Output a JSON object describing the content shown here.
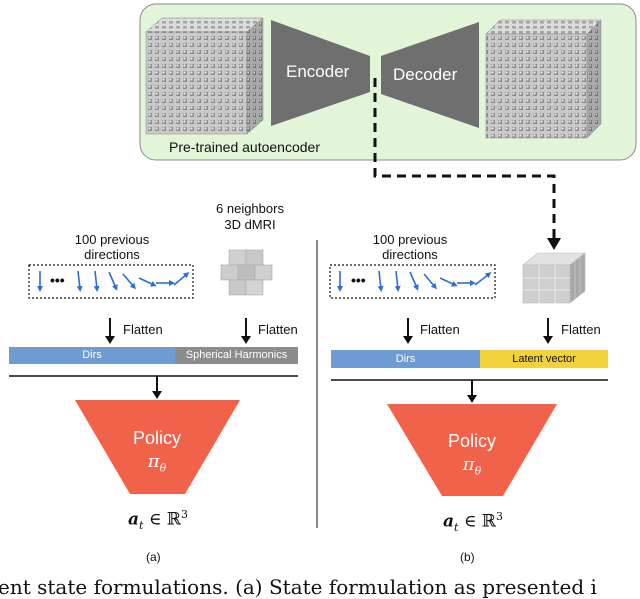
{
  "autoencoder": {
    "encoder_label": "Encoder",
    "decoder_label": "Decoder",
    "box_label": "Pre-trained autoencoder",
    "box_color": "#e3f5d8",
    "shape_color": "#6f6f6f"
  },
  "panel_a": {
    "prev_dirs_label_line1": "100 previous",
    "prev_dirs_label_line2": "directions",
    "neighbors_label_line1": "6 neighbors",
    "neighbors_label_line2": "3D dMRI",
    "flatten_left": "Flatten",
    "flatten_right": "Flatten",
    "bar_dirs_label": "Dirs",
    "bar_sh_label": "Spherical Harmonics",
    "policy_label": "Policy",
    "policy_symbol": "π",
    "policy_symbol_sub": "θ",
    "action_a": "a",
    "action_sub": "t",
    "action_rest": " ∈ ℝ",
    "action_sup": "3",
    "panel_label": "(a)"
  },
  "panel_b": {
    "prev_dirs_label_line1": "100 previous",
    "prev_dirs_label_line2": "directions",
    "flatten_left": "Flatten",
    "flatten_right": "Flatten",
    "bar_dirs_label": "Dirs",
    "bar_latent_label": "Latent vector",
    "policy_label": "Policy",
    "policy_symbol": "π",
    "policy_symbol_sub": "θ",
    "action_a": "a",
    "action_sub": "t",
    "action_rest": " ∈ ℝ",
    "action_sup": "3",
    "panel_label": "(b)"
  },
  "caption_fragment": "ent state formulations.  (a) State formulation as presented i",
  "colors": {
    "dirs_bar": "#6f9bd4",
    "sh_bar": "#8c8c8c",
    "latent_bar": "#f2d23a",
    "policy_fill": "#f0634a",
    "arrow_blue": "#2e6fd0"
  }
}
